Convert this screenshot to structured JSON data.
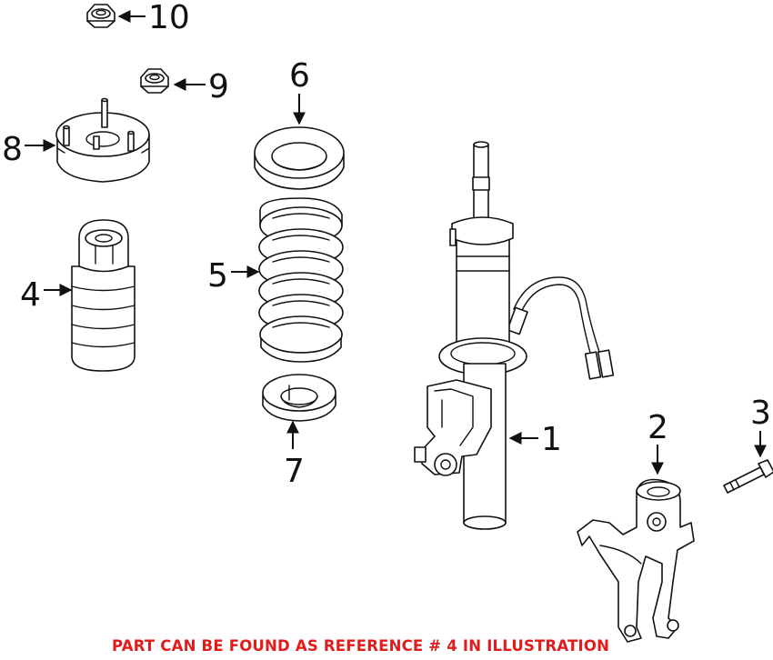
{
  "callouts": [
    {
      "id": "1",
      "label": "1"
    },
    {
      "id": "2",
      "label": "2"
    },
    {
      "id": "3",
      "label": "3"
    },
    {
      "id": "4",
      "label": "4"
    },
    {
      "id": "5",
      "label": "5"
    },
    {
      "id": "6",
      "label": "6"
    },
    {
      "id": "7",
      "label": "7"
    },
    {
      "id": "8",
      "label": "8"
    },
    {
      "id": "9",
      "label": "9"
    },
    {
      "id": "10",
      "label": "10"
    }
  ],
  "footer": {
    "text": "PART CAN BE FOUND AS REFERENCE # 4 IN ILLUSTRATION",
    "color": "#e21b1b"
  },
  "colors": {
    "line": "#111111",
    "fill": "#ffffff"
  }
}
